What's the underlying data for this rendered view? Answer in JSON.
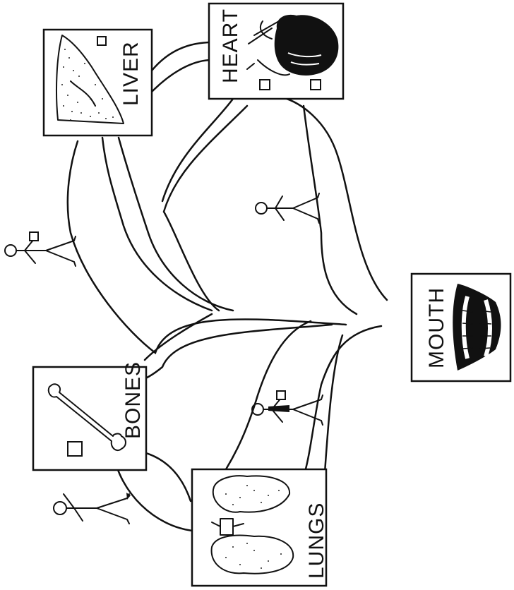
{
  "organs": {
    "heart": "HEART",
    "liver": "LIVER",
    "bones": "BONES",
    "lungs": "LUNGS",
    "mouth": "MOUTH"
  },
  "colors": {
    "ink": "#111111",
    "paper": "#ffffff"
  },
  "icons": [
    "heart-icon",
    "liver-icon",
    "bone-icon",
    "lungs-icon",
    "mouth-icon",
    "walking-person-icon"
  ]
}
